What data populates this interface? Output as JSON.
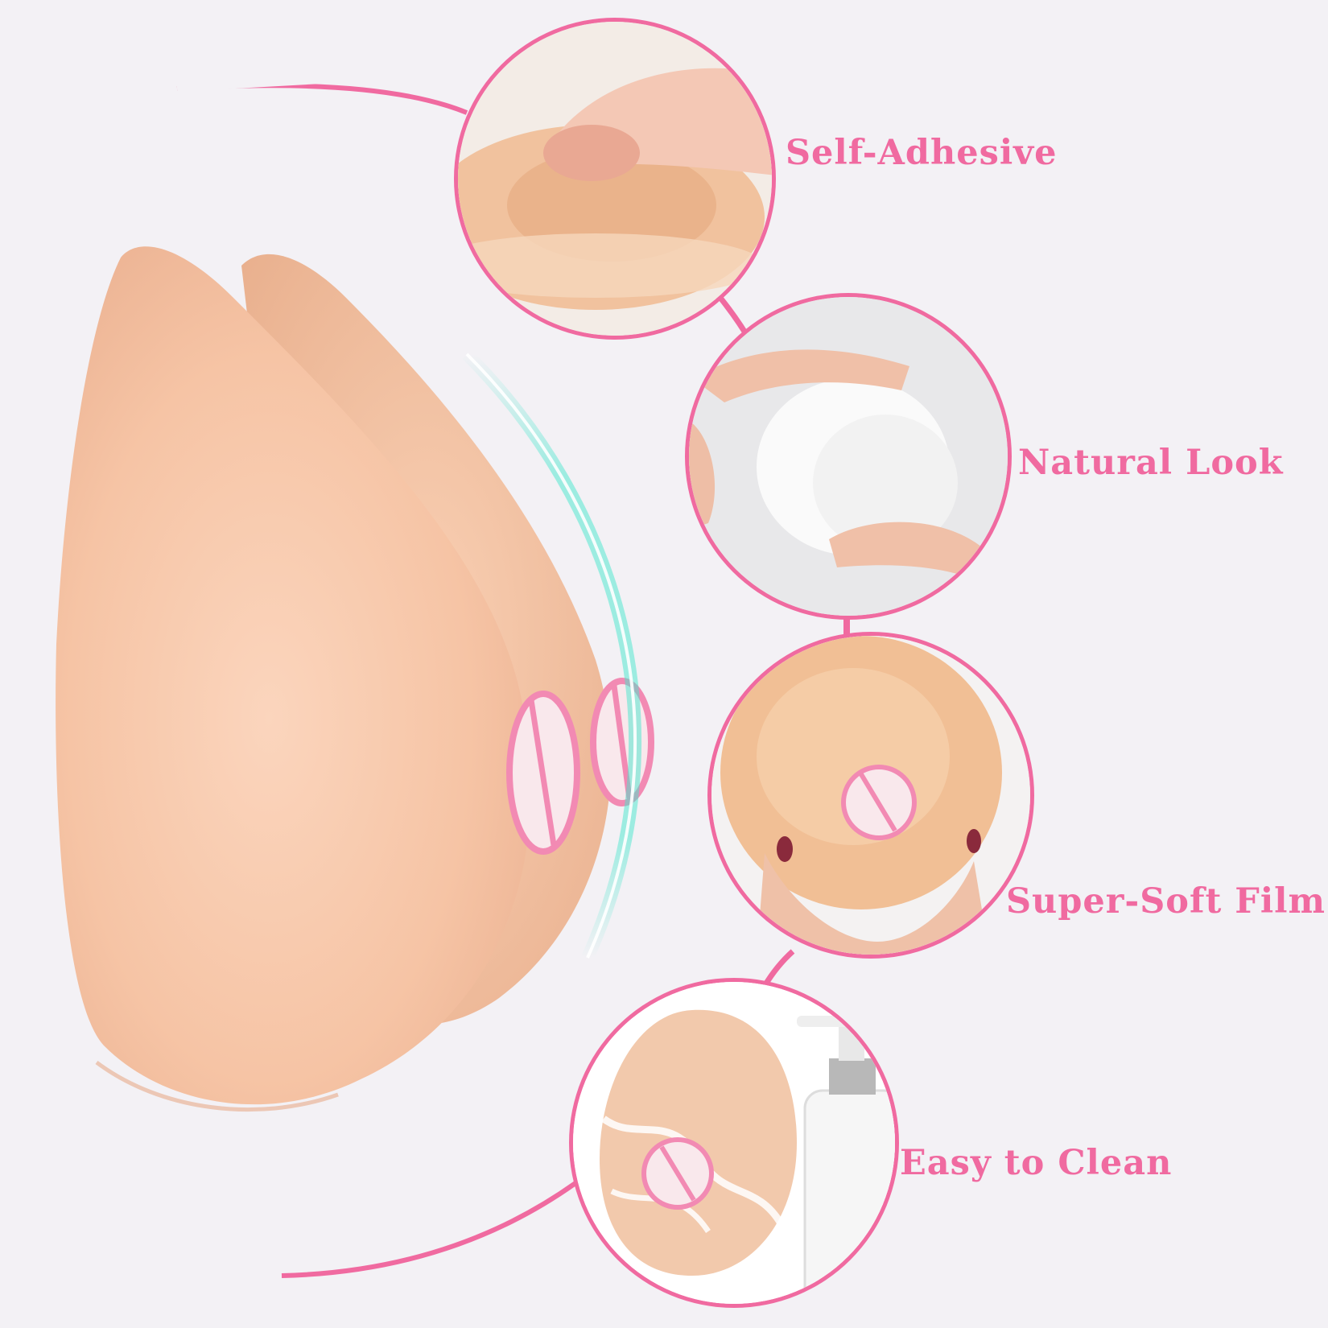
{
  "features": [
    {
      "label": "Self-Adhesive",
      "icon": "finger-pressing-adhesive-icon"
    },
    {
      "label": "Natural Look",
      "icon": "hands-on-shirt-icon"
    },
    {
      "label": "Super-Soft Film",
      "icon": "hand-squeezing-form-icon"
    },
    {
      "label": "Easy to Clean",
      "icon": "water-splash-and-pump-bottle-icon"
    }
  ],
  "colors": {
    "accent": "#f06aa0",
    "background": "#f3f1f5",
    "silicone": "#f6c7a9",
    "glow": "#44e6cc"
  }
}
